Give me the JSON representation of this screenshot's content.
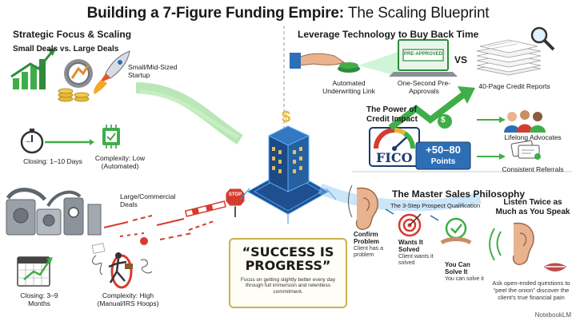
{
  "title": {
    "bold": "Building a 7-Figure Funding Empire:",
    "light": "The Scaling Blueprint"
  },
  "left": {
    "heading": "Strategic Focus & Scaling",
    "subheading": "Small Deals vs. Large Deals",
    "small_label": "Small/Mid-Sized Startup",
    "small_closing": "Closing: 1–10 Days",
    "small_complexity": "Complexity: Low (Automated)",
    "large_label": "Large/Commercial Deals",
    "stop_sign": "STOP",
    "large_closing": "Closing: 3–9 Months",
    "large_complexity": "Complexity: High (Manual/IRS Hoops)"
  },
  "center": {
    "dollar": "$"
  },
  "tech": {
    "heading": "Leverage Technology to Buy Back Time",
    "automated_label": "Automated Underwriting Link",
    "approved_stamp": "PRE-APPROVED",
    "one_second_label": "One-Second Pre-Approvals",
    "vs": "VS",
    "reports_label": "40-Page Credit Reports"
  },
  "credit": {
    "heading": "The Power of Credit Impact",
    "fico": "FICO",
    "points_range": "+50–80",
    "points_word": "Points",
    "advocates": "Lifelong Advocates",
    "referrals": "Consistent Referrals",
    "dollar": "$"
  },
  "sales": {
    "heading": "The Master Sales Philosophy",
    "qualification": "The 3-Step Prospect Qualification",
    "step1_title": "Confirm Problem",
    "step1_text": "Client has a problem",
    "step2_title": "Wants It Solved",
    "step2_text": "Client wants it solved",
    "step3_title": "You Can Solve It",
    "step3_text": "You can solve it",
    "listen_title": "Listen Twice as Much as You Speak",
    "listen_text": "Ask open-ended questions to “peel the onion” discover the client's true financial pain"
  },
  "quote": {
    "line1": "“SUCCESS IS",
    "line2": "PROGRESS”",
    "text": "Focus on getting slightly better every day through full immersion and relentless commitment."
  },
  "footer": {
    "brand": "NotebookLM"
  },
  "colors": {
    "green": "#3fae49",
    "blue": "#2d6fb5",
    "red": "#d63b2f",
    "gold": "#e5b83a"
  }
}
